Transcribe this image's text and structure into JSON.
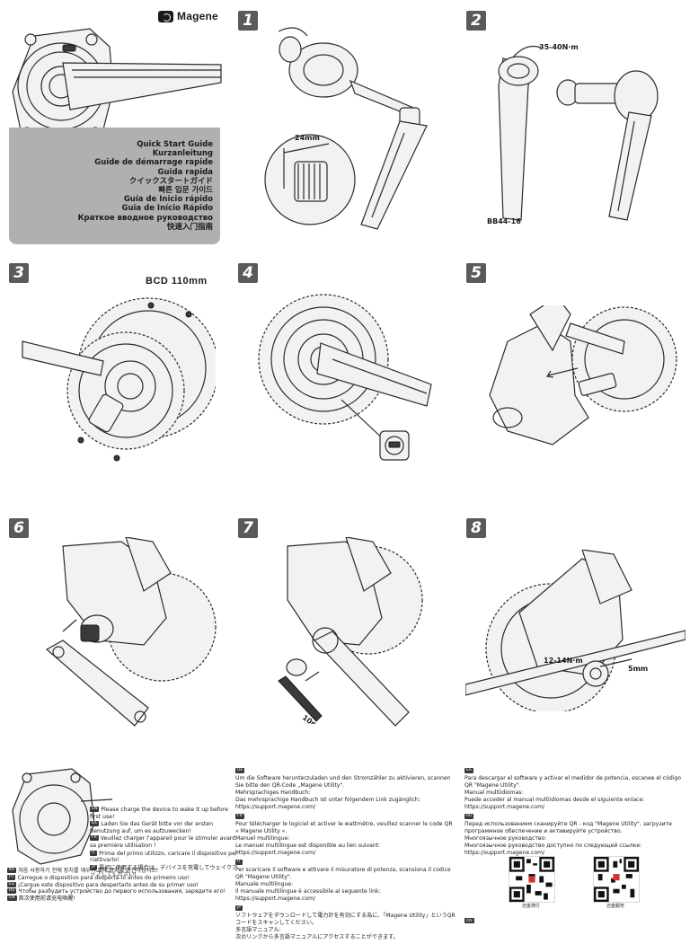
{
  "brand": {
    "name": "Magene"
  },
  "guide_titles": [
    "Quick Start Guide",
    "Kurzanleitung",
    "Guide de démarrage rapide",
    "Guida rapida",
    "クイックスタートガイド",
    "빠른 입문 가이드",
    "Guía de Inicio rápido",
    "Guia de Início Rápido",
    "Краткое вводное руководство",
    "快速入门指南"
  ],
  "steps": {
    "s1": {
      "number": "1",
      "dimension": "24mm"
    },
    "s2": {
      "number": "2",
      "torque": "35-40N·m",
      "tool": "BB44-16"
    },
    "s3": {
      "number": "3",
      "bcd": "BCD 110mm"
    },
    "s4": {
      "number": "4"
    },
    "s5": {
      "number": "5"
    },
    "s6": {
      "number": "6"
    },
    "s7": {
      "number": "7",
      "tool": "10mm"
    },
    "s8": {
      "number": "8",
      "torque": "12-14N·m",
      "tool": "5mm"
    }
  },
  "charge_notes": [
    {
      "lang": "EN",
      "text": "Please charge the device to wake it up before first use!"
    },
    {
      "lang": "DE",
      "text": "Laden Sie das Gerät bitte vor der ersten Benutzung auf, um es aufzuwecken!"
    },
    {
      "lang": "FR",
      "text": "Veuillez charger l'appareil pour le stimuler avant sa première utilisation !"
    },
    {
      "lang": "IT",
      "text": "Prima del primo utilizzo, caricare il dispositivo per riattivarlo!"
    },
    {
      "lang": "JP",
      "text": "最初に使用する場合は、デバイスを充電してウェイクアップしてください!"
    }
  ],
  "charge_notes_full": [
    {
      "lang": "KR",
      "text": "처음 사용하기 전에 장치를 깨우기 위해 장치를 충전하십시오!"
    },
    {
      "lang": "PT",
      "text": "Carregue o dispositivo para despertá-lo antes do primeiro uso!"
    },
    {
      "lang": "ES",
      "text": "¡Cargue este dispositivo para despertarlo antes de su primer uso!"
    },
    {
      "lang": "RU",
      "text": "Чтобы разбудить устройство до первого использования, зарядите его!"
    },
    {
      "lang": "CN",
      "text": "首次使用前请充电唤醒!"
    }
  ],
  "mid_col": [
    {
      "lang": "DE",
      "lines": [
        "Um die Software herunterzuladen und den Stromzähler zu aktivieren, scannen Sie bitte den QR-Code „Magene Utility\".",
        "Mehrsprachiges Handbuch:",
        "Das mehrsprachige Handbuch ist unter folgendem Link zugänglich:",
        "https://support.magene.com/"
      ]
    },
    {
      "lang": "FR",
      "lines": [
        "Pour télécharger le logiciel et activer le wattmètre, veuillez scanner le code QR « Magene Utility ».",
        "Manuel multilingue:",
        "Le manuel multilingue est disponible au lien suivant:",
        "https://support.magene.com/"
      ]
    },
    {
      "lang": "IT",
      "lines": [
        "Per scaricare il software e attivare il misuratore di potenza, scansiona il codice QR \"Magene Utility\".",
        "Manuale multilingue:",
        "Il manuale multilingue è accessibile al seguente link:",
        "https://support.magene.com/"
      ]
    },
    {
      "lang": "JP",
      "lines": [
        "ソフトウェアをダウンロードして電力計を有効にする為に、「Magene Utility」というQRコードをスキャンしてください。",
        "多言語マニュアル:",
        "次のリンクから多言語マニュアルにアクセスすることができます。"
      ]
    }
  ],
  "right_col": [
    {
      "lang": "ES",
      "lines": [
        "Para descargar el software y activar el medidor de potencia, escanee el código QR \"Magene Utility\".",
        "Manual multiidiomas:",
        "Puede acceder al manual multiidiomas desde el siguiente enlace:",
        "https://support.magene.com/"
      ]
    },
    {
      "lang": "RU",
      "lines": [
        "Перед использованием сканируйте QR - код \"Magene Utility\", загрузите программное обеспечение и активируйте устройство.",
        "Многоязычное руководство:",
        "Многоязычное руководство доступно по следующей ссылке:",
        "https://support.magene.com/"
      ]
    }
  ],
  "qr_codes": [
    {
      "label": "迈金骑行"
    },
    {
      "label": "迈金服务"
    }
  ],
  "trailing_tag": "CN"
}
